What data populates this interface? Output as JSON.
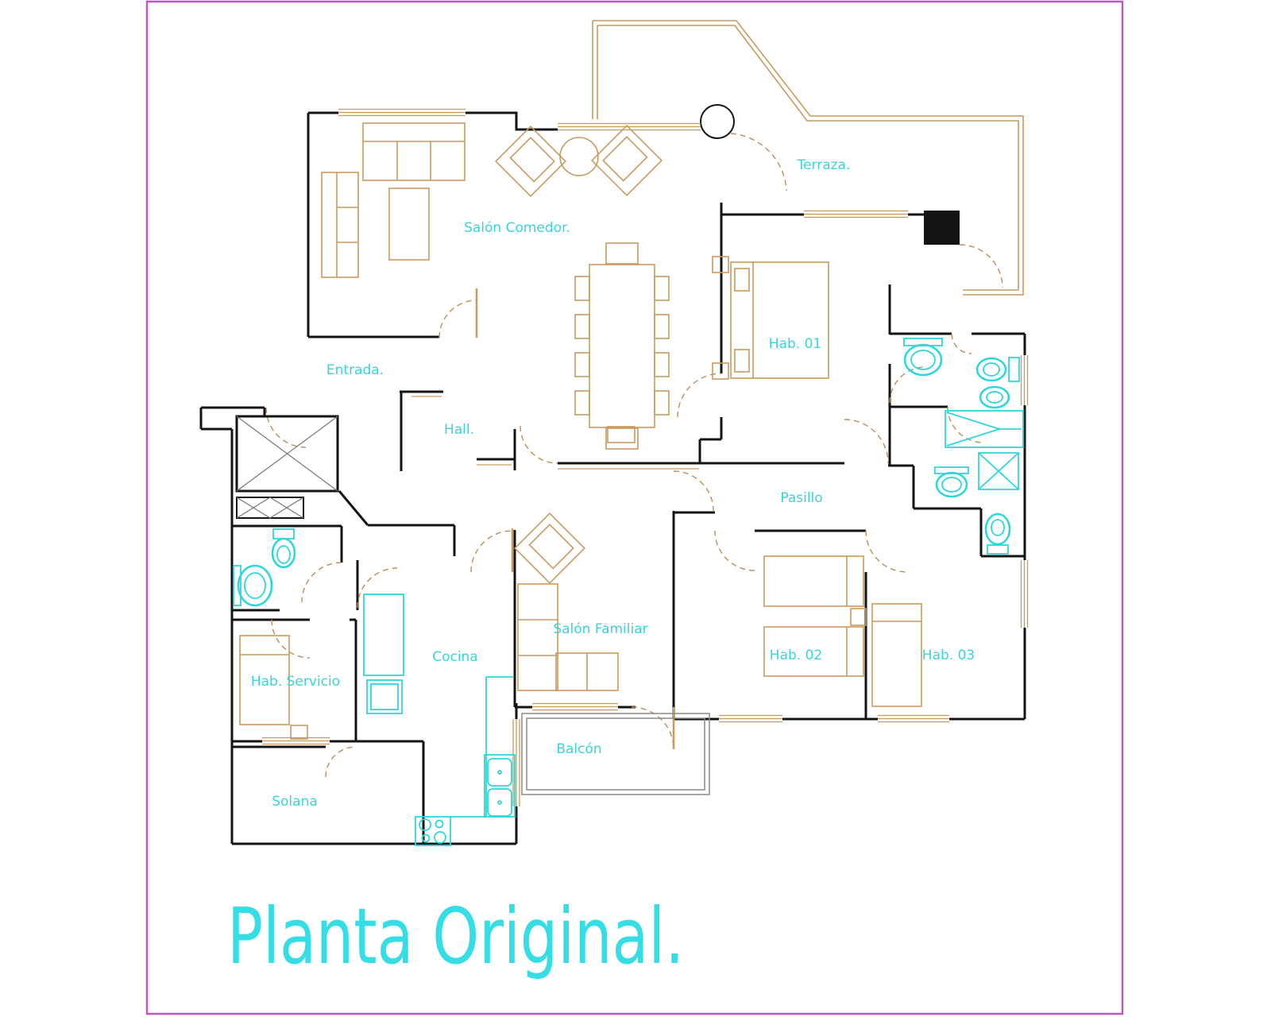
{
  "page": {
    "background": "#ffffff"
  },
  "title": {
    "text": "Planta Original.",
    "color": "#35dde4"
  },
  "colors": {
    "background": "#ffffff",
    "border": "#bb5abc",
    "walls": "#141414",
    "furniture": "#c99a5e",
    "doors": "#bb8f55",
    "fixtures": "#2fd6dc",
    "labels": "#3ad3dc",
    "balcony": "#8a8a8a"
  },
  "rooms": [
    {
      "id": "terraza",
      "label": "Terraza."
    },
    {
      "id": "salon-comedor",
      "label": "Salón Comedor."
    },
    {
      "id": "entrada",
      "label": "Entrada."
    },
    {
      "id": "hall",
      "label": "Hall."
    },
    {
      "id": "hab-01",
      "label": "Hab. 01"
    },
    {
      "id": "pasillo",
      "label": "Pasillo"
    },
    {
      "id": "salon-familiar",
      "label": "Salón Familiar"
    },
    {
      "id": "cocina",
      "label": "Cocina"
    },
    {
      "id": "hab-servicio",
      "label": "Hab. Servicio"
    },
    {
      "id": "solana",
      "label": "Solana"
    },
    {
      "id": "balcon",
      "label": "Balcón"
    },
    {
      "id": "hab-02",
      "label": "Hab. 02"
    },
    {
      "id": "hab-03",
      "label": "Hab. 03"
    }
  ]
}
